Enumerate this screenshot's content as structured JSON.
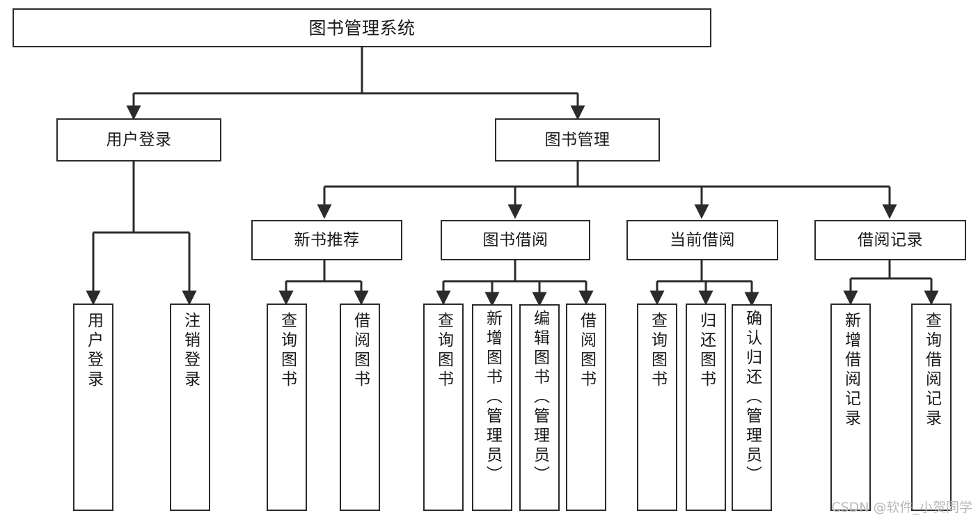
{
  "diagram": {
    "type": "tree-hierarchy",
    "title": "图书管理系统",
    "root": {
      "id": "root",
      "label": "图书管理系统"
    },
    "level2": [
      {
        "id": "user-login",
        "label": "用户登录"
      },
      {
        "id": "book-manage",
        "label": "图书管理"
      }
    ],
    "level3": [
      {
        "id": "new-book-rec",
        "label": "新书推荐",
        "parent": "book-manage"
      },
      {
        "id": "book-borrow",
        "label": "图书借阅",
        "parent": "book-manage"
      },
      {
        "id": "current-borrow",
        "label": "当前借阅",
        "parent": "book-manage"
      },
      {
        "id": "borrow-record",
        "label": "借阅记录",
        "parent": "book-manage"
      }
    ],
    "leaves": [
      {
        "id": "leaf-user-login",
        "label": "用户登录",
        "parent": "user-login"
      },
      {
        "id": "leaf-logout",
        "label": "注销登录",
        "parent": "user-login"
      },
      {
        "id": "leaf-query-book-1",
        "label": "查询图书",
        "parent": "new-book-rec"
      },
      {
        "id": "leaf-borrow-book-1",
        "label": "借阅图书",
        "parent": "new-book-rec"
      },
      {
        "id": "leaf-query-book-2",
        "label": "查询图书",
        "parent": "book-borrow"
      },
      {
        "id": "leaf-add-book",
        "label": "新增图书（管理员）",
        "parent": "book-borrow"
      },
      {
        "id": "leaf-edit-book",
        "label": "编辑图书（管理员）",
        "parent": "book-borrow"
      },
      {
        "id": "leaf-borrow-book-2",
        "label": "借阅图书",
        "parent": "book-borrow"
      },
      {
        "id": "leaf-query-book-3",
        "label": "查询图书",
        "parent": "current-borrow"
      },
      {
        "id": "leaf-return-book",
        "label": "归还图书",
        "parent": "current-borrow"
      },
      {
        "id": "leaf-confirm-return",
        "label": "确认归还（管理员）",
        "parent": "current-borrow"
      },
      {
        "id": "leaf-add-record",
        "label": "新增借阅记录",
        "parent": "borrow-record"
      },
      {
        "id": "leaf-query-record",
        "label": "查询借阅记录",
        "parent": "borrow-record"
      }
    ],
    "colors": {
      "stroke": "#2b2b2b",
      "fill": "#ffffff",
      "text": "#1a1a1a",
      "watermark": "#b9b9b9"
    }
  },
  "watermark": {
    "text": "CSDN @软件_小贺同学"
  }
}
